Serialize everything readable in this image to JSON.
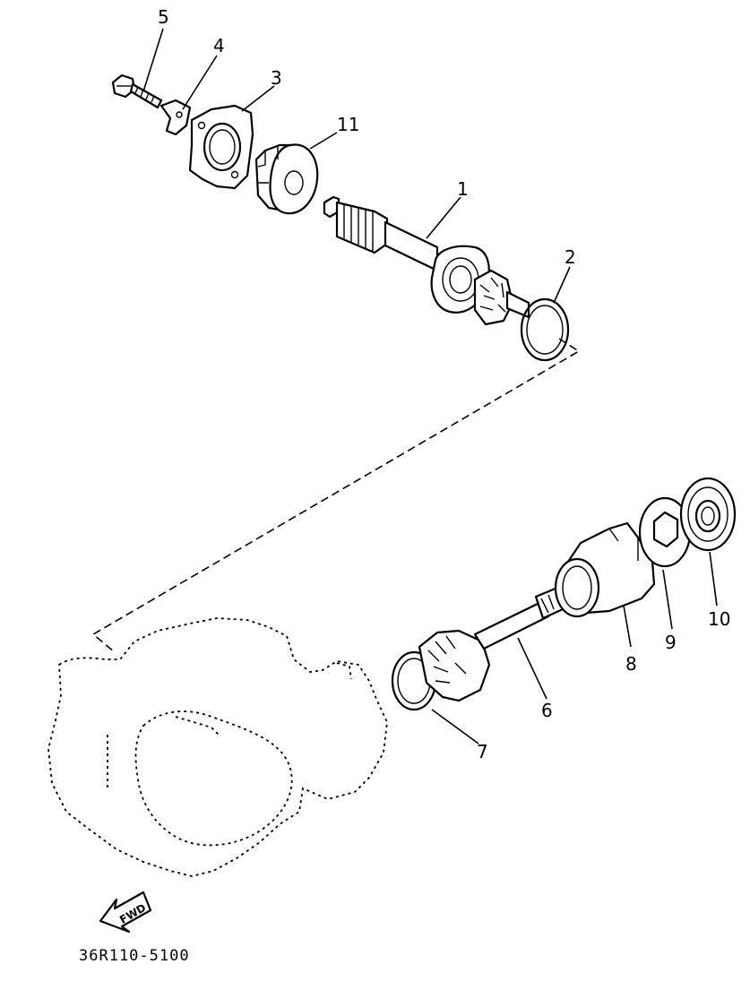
{
  "diagram": {
    "part_numbers": [
      "1",
      "2",
      "3",
      "4",
      "5",
      "6",
      "7",
      "8",
      "9",
      "10",
      "11"
    ],
    "code": "36R110-5100",
    "fwd_label": "FWD"
  }
}
